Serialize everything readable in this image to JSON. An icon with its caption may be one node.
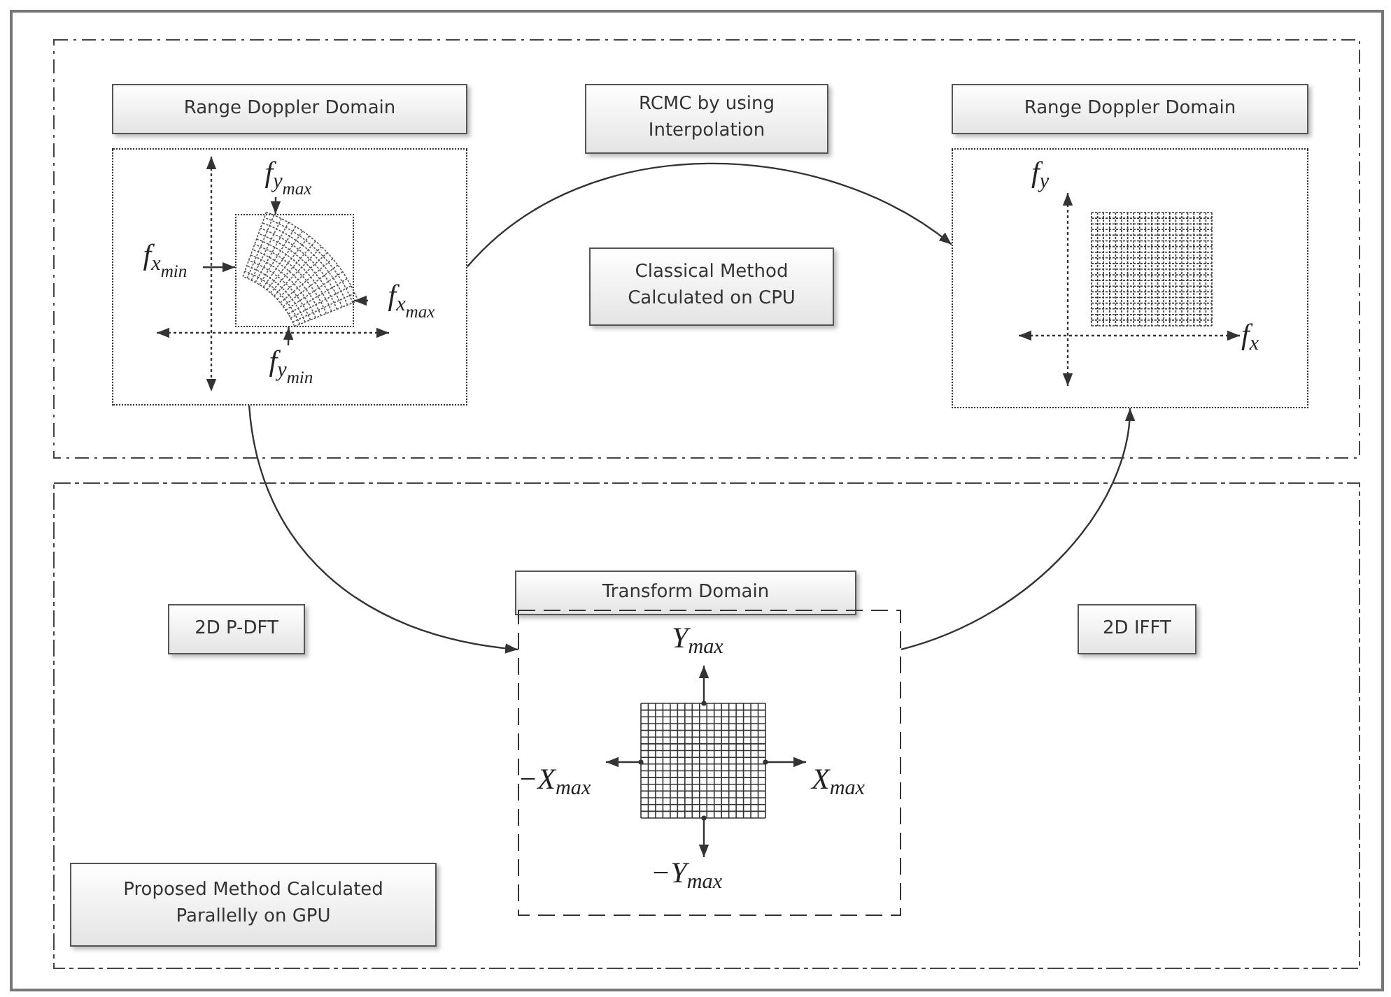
{
  "diagram": {
    "nodes": [
      {
        "text": [],
        "shape": "box"
      },
      {
        "text": [
          "Range Doppler Domain"
        ],
        "in": 0
      },
      {
        "text": [],
        "shape": "box",
        "in": 0
      },
      {
        "text": [],
        "shape": "picture",
        "in": 2
      },
      {
        "text": [
          "f$_{y}$$_{max}$"
        ],
        "in": 2
      },
      {
        "text": [
          "f$_{x}$$_{min}$"
        ],
        "in": 2
      },
      {
        "text": [
          "f$_{x}$$_{max}$"
        ],
        "in": 2
      },
      {
        "text": [
          "f$_{y}$$_{min}$"
        ],
        "in": 2
      },
      {
        "text": [
          "RCMC by using Interpolation"
        ],
        "in": 0
      },
      {
        "text": [
          "Classical Method Calculated on CPU"
        ],
        "in": 0
      },
      {
        "text": [
          "Range Doppler Domain"
        ],
        "in": 0
      },
      {
        "text": [
          "f$_{y}$",
          "f$_{x}$"
        ],
        "in": 0
      },
      {
        "text": [],
        "shape": "box"
      },
      {
        "text": [
          "Transform Domain"
        ],
        "in": 12
      },
      {
        "text": [
          "Y$_{max}$",
          "−X$_{max}$",
          "X$_{max}$",
          "−Y$_{max}$"
        ],
        "in": 12
      },
      {
        "text": [
          "2D P-DFT"
        ],
        "in": 12
      },
      {
        "text": [
          "2D IFFT"
        ],
        "in": 12
      },
      {
        "text": [
          "Proposed Method Calculated Parallelly on GPU"
        ],
        "in": 12
      }
    ],
    "edges": [
      {
        "from": 2,
        "to": 11,
        "arrow": "to"
      },
      {
        "from": 2,
        "to": 14,
        "arrow": "to"
      },
      {
        "from": 14,
        "to": 11,
        "arrow": "to"
      },
      {
        "from": 4,
        "to": 3,
        "arrow": "to"
      },
      {
        "from": 5,
        "to": 3,
        "arrow": "to"
      },
      {
        "from": 6,
        "to": 3,
        "arrow": "to"
      },
      {
        "from": 7,
        "to": 3,
        "arrow": "to"
      }
    ]
  }
}
